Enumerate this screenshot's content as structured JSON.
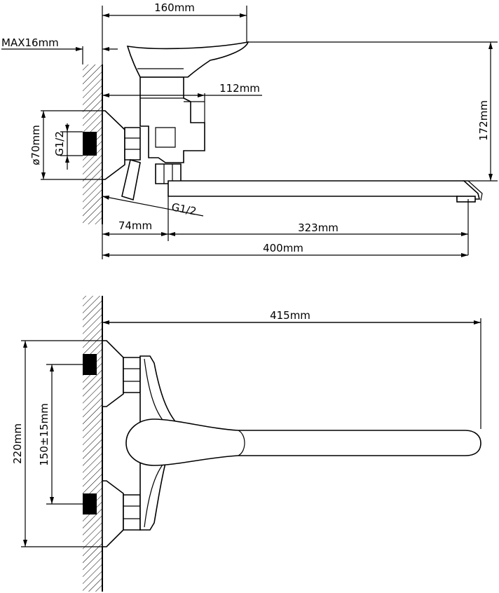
{
  "side_view": {
    "width_top": "160mm",
    "max_wall": "MAX16mm",
    "depth": "112mm",
    "height": "172mm",
    "flange_diameter": "ø70mm",
    "thread_in": "G1/2",
    "thread_out": "G1/2",
    "offset": "74mm",
    "spout_length": "323mm",
    "total_length": "400mm"
  },
  "front_view": {
    "reach": "415mm",
    "flange_span": "220mm",
    "inlet_spacing": "150±15mm"
  },
  "colors": {
    "line": "#000000",
    "background": "#ffffff"
  }
}
